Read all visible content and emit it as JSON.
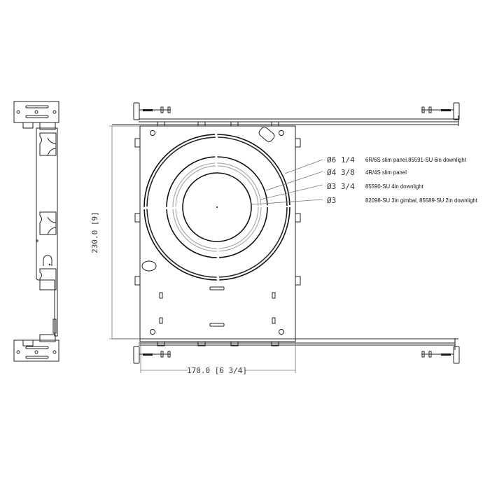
{
  "drawing": {
    "height_dimension": "230.0 [9]",
    "width_dimension": "170.0 [6 3/4]",
    "callouts": [
      {
        "diameter": "Ø6 1/4",
        "description": "6R/6S slim panel,85591-SU 6in downlight"
      },
      {
        "diameter": "Ø4 3/8",
        "description": "4R/4S slim panel"
      },
      {
        "diameter": "Ø3 3/4",
        "description": "85590-SU 4in downlight"
      },
      {
        "diameter": "Ø3",
        "description": "82098-SU 3in gimbal, 85589-SU 2in downlight"
      }
    ],
    "colors": {
      "line": "#222222",
      "dimension": "#777777",
      "inner_ring": "#aaaaaa",
      "background": "#ffffff"
    }
  }
}
